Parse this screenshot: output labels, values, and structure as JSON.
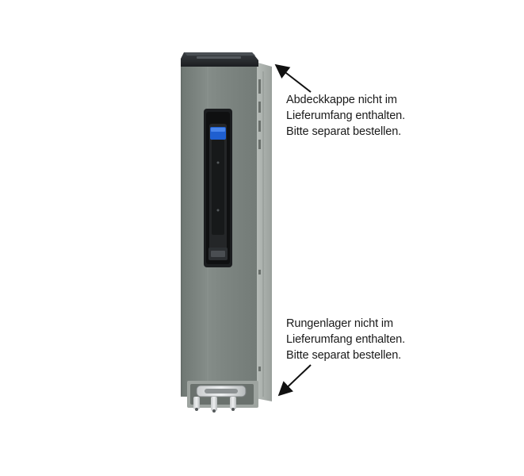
{
  "annotations": {
    "top": {
      "lines": [
        "Abdeckkappe nicht im",
        "Lieferumfang enthalten.",
        "Bitte separat bestellen."
      ]
    },
    "bottom": {
      "lines": [
        "Rungenlager nicht im",
        "Lieferumfang enthalten.",
        "Bitte separat bestellen."
      ]
    }
  },
  "colors": {
    "background": "#ffffff",
    "profile_body": "#7c8480",
    "profile_side": "#a8aeaa",
    "end_cap": "#2a2d30",
    "lock_accent": "#1f5fd0",
    "arrow": "#111111"
  },
  "icons": [
    "arrow-icon"
  ]
}
